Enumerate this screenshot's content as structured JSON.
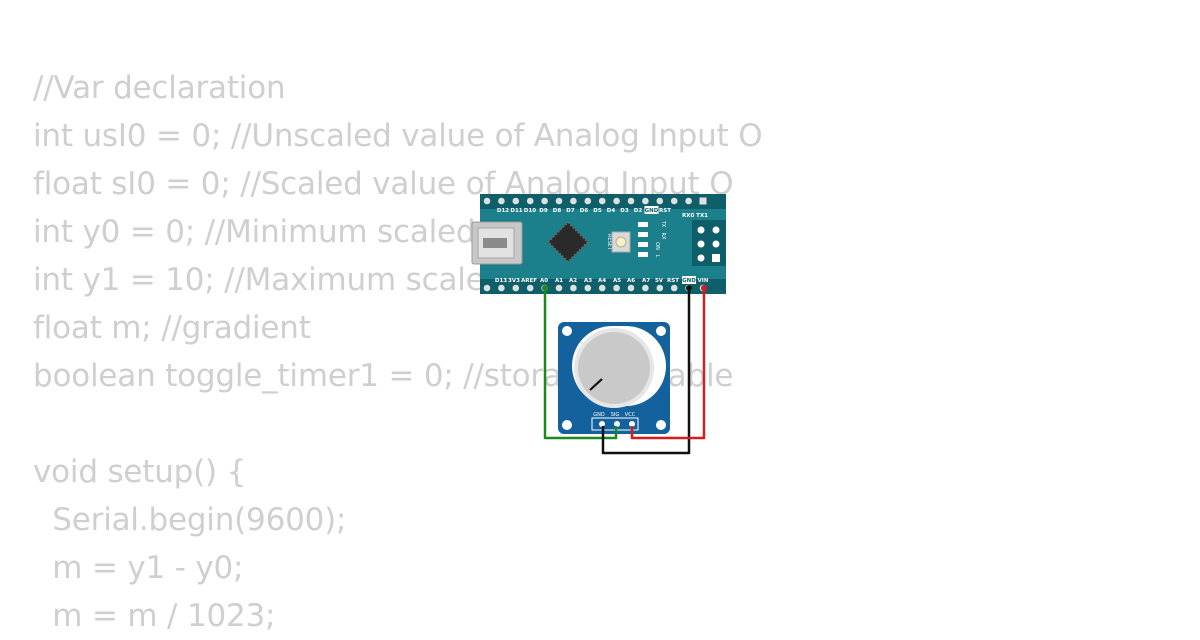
{
  "code": {
    "lines": [
      "//Var declaration",
      "int usI0 = 0; //Unscaled value of Analog Input O",
      "float sI0 = 0; //Scaled value of Analog Input O",
      "int y0 = 0; //Minimum scaled value",
      "int y1 = 10; //Maximum scaled value",
      "float m; //gradient",
      "boolean toggle_timer1 = 0; //storage variable",
      "",
      "void setup() {",
      "  Serial.begin(9600);",
      "  m = y1 - y0;",
      "  m = m / 1023;"
    ]
  },
  "board": {
    "top_pins": [
      "D12",
      "D11",
      "D10",
      "D9",
      "D8",
      "D7",
      "D6",
      "D5",
      "D4",
      "D3",
      "D2",
      "GND",
      "RST"
    ],
    "bottom_pins": [
      "D13",
      "3V3",
      "AREF",
      "A0",
      "A1",
      "A2",
      "A3",
      "A4",
      "A5",
      "A6",
      "A7",
      "5V",
      "RST",
      "GND",
      "VIN"
    ],
    "serial_labels": "RX0 TX1",
    "reset_label": "RESET",
    "led_labels": [
      "TX",
      "RX",
      "ON",
      "L"
    ],
    "colors": {
      "pcb": "#1c7f8c",
      "header": "#0f5f6a"
    }
  },
  "potentiometer": {
    "pins": [
      "GND",
      "SIG",
      "VCC"
    ],
    "colors": {
      "pcb": "#14629d",
      "knob": "#c9c9c9"
    }
  },
  "wires": [
    {
      "name": "wire-a0-to-sig",
      "color": "#1a8a1a"
    },
    {
      "name": "wire-gnd-to-gnd",
      "color": "#111111"
    },
    {
      "name": "wire-vin-to-vcc",
      "color": "#d41c1c"
    }
  ]
}
